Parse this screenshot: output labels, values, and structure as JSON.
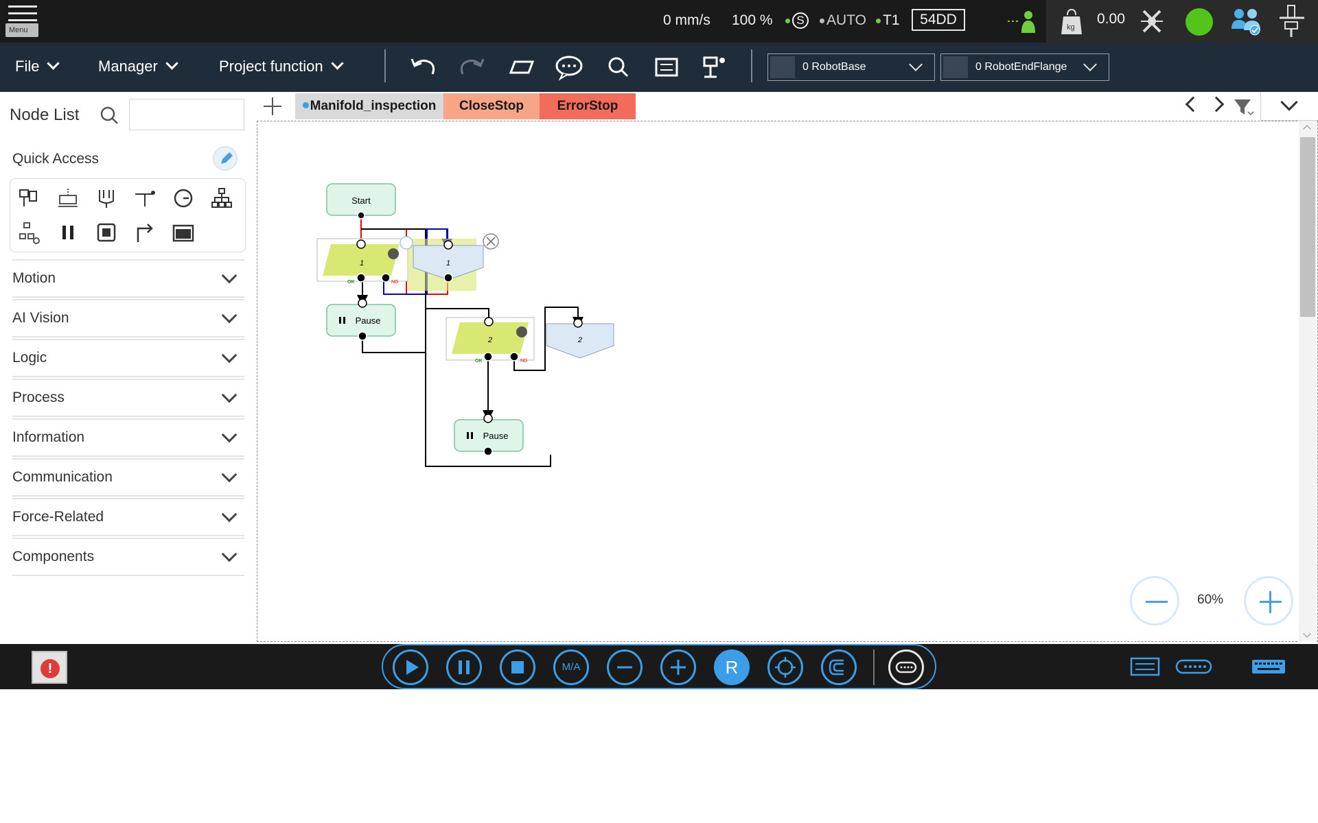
{
  "status": {
    "menu_label": "Menu",
    "speed": "0 mm/s",
    "speed_percent": "100 %",
    "safety_label": "S",
    "mode": "AUTO",
    "op_mode": "T1",
    "controller_id": "54DD",
    "payload_value": "0.00",
    "payload_unit": "kg",
    "status_color": "#52c41a"
  },
  "menubar": {
    "file": "File",
    "manager": "Manager",
    "project_function": "Project function",
    "base_frame": "0 RobotBase",
    "tool_frame": "0 RobotEndFlange"
  },
  "node_list": {
    "title": "Node List",
    "search_placeholder": "",
    "quick_access_title": "Quick Access",
    "categories": [
      {
        "label": "Motion"
      },
      {
        "label": "AI Vision"
      },
      {
        "label": "Logic"
      },
      {
        "label": "Process"
      },
      {
        "label": "Information"
      },
      {
        "label": "Communication"
      },
      {
        "label": "Force-Related"
      },
      {
        "label": "Components"
      }
    ]
  },
  "tabs": [
    {
      "label": "Manifold_inspection",
      "color": "#d9d9d9"
    },
    {
      "label": "CloseStop",
      "color": "#f6a586"
    },
    {
      "label": "ErrorStop",
      "color": "#f26b5b"
    }
  ],
  "flow": {
    "start": "Start",
    "vision1_num": "1",
    "decision1_num": "1",
    "pause1": "Pause",
    "vision2_num": "2",
    "decision2_num": "2",
    "pause2": "Pause",
    "ok": "OK",
    "ng": "NG"
  },
  "zoom": {
    "level": "60%"
  },
  "accent": "#3a9fe8"
}
